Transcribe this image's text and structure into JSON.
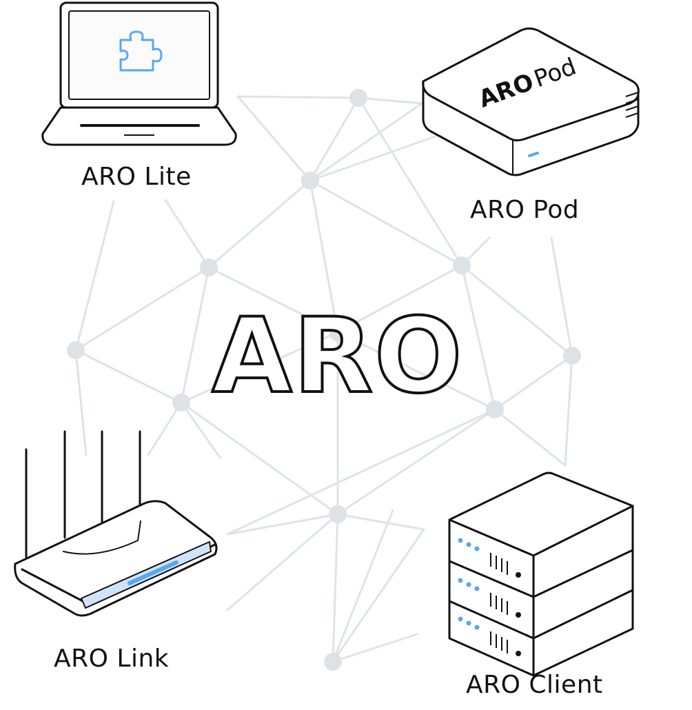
{
  "center_logo": {
    "text": "ARO"
  },
  "devices": {
    "lite": {
      "label": "ARO Lite",
      "icon": "laptop-icon",
      "screen_icon": "puzzle-icon"
    },
    "pod": {
      "label": "ARO Pod",
      "icon": "pod-box-icon",
      "brand_text": "ARO Pod"
    },
    "link": {
      "label": "ARO Link",
      "icon": "router-icon"
    },
    "client": {
      "label": "ARO Client",
      "icon": "server-rack-icon"
    }
  },
  "colors": {
    "network_line": "#dfe3e7",
    "network_node": "#dde2e6",
    "outline": "#111111",
    "accent_blue": "#5aa6f0",
    "router_glow": "#cfe4fb"
  }
}
